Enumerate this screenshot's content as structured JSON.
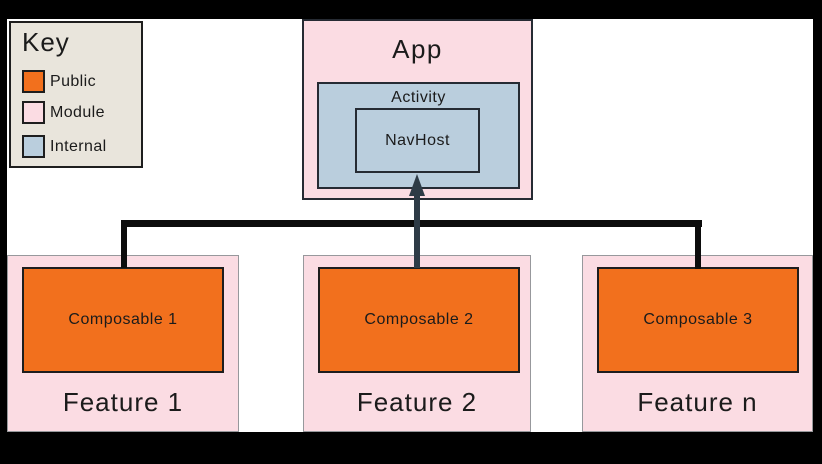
{
  "diagram": {
    "key": {
      "title": "Key",
      "items": [
        {
          "label": "Public",
          "color": "#F2701D"
        },
        {
          "label": "Module",
          "color": "#FBDCE3"
        },
        {
          "label": "Internal",
          "color": "#BACEDD"
        }
      ]
    },
    "app": {
      "label": "App",
      "activity": {
        "label": "Activity",
        "navhost": {
          "label": "NavHost"
        }
      }
    },
    "features": [
      {
        "label": "Feature 1",
        "composable": "Composable 1"
      },
      {
        "label": "Feature 2",
        "composable": "Composable 2"
      },
      {
        "label": "Feature n",
        "composable": "Composable 3"
      }
    ],
    "colors": {
      "public_orange": "#F2701D",
      "module_pink": "#FBDCE3",
      "internal_blue": "#BACEDD",
      "key_background": "#E9E5DC",
      "connector_black": "#0C0C0C",
      "arrow_slate": "#2E3B46",
      "frame_background": "#000000",
      "canvas_white": "#FFFFFF"
    }
  }
}
